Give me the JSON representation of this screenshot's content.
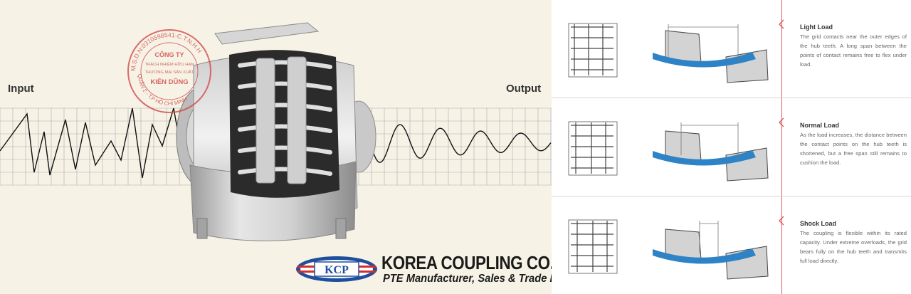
{
  "diagram": {
    "input_label": "Input",
    "output_label": "Output"
  },
  "stamp": {
    "outer_text": "M.S.D.N:0310598541-C.T.N.H.H",
    "line1": "CÔNG TY",
    "line2": "TRÁCH NHIỆM HỮU HẠN",
    "line3": "THƯƠNG MẠI SẢN XUẤT",
    "line4": "KIÊN DŨNG",
    "bottom_text": "QUẬN 2 - T.P HỒ CHÍ MINH"
  },
  "logo": {
    "badge_text": "KCP",
    "company_name": "KOREA COUPLING CO.,LTD.",
    "tagline": "PTE Manufacturer, Sales & Trade Biz"
  },
  "loads": [
    {
      "title": "Light Load",
      "description": "The grid contacts near the outer edges of the hub teeth. A long span between the points of contact remains free to flex under load."
    },
    {
      "title": "Normal Load",
      "description": "As the load increases, the distance between the contact points on the hub teeth is shortened, but a free span still remains to cushion the load."
    },
    {
      "title": "Shock Load",
      "description": "The coupling is flexible within its rated capacity. Under extreme overloads, the grid bears fully on the hub teeth and transmits full load directly."
    }
  ],
  "colors": {
    "background": "#f6f3e6",
    "accent_red": "#e15a5a",
    "grid_blue": "#2d83c5",
    "logo_blue": "#1f4e9c",
    "logo_red": "#d32f2f"
  }
}
